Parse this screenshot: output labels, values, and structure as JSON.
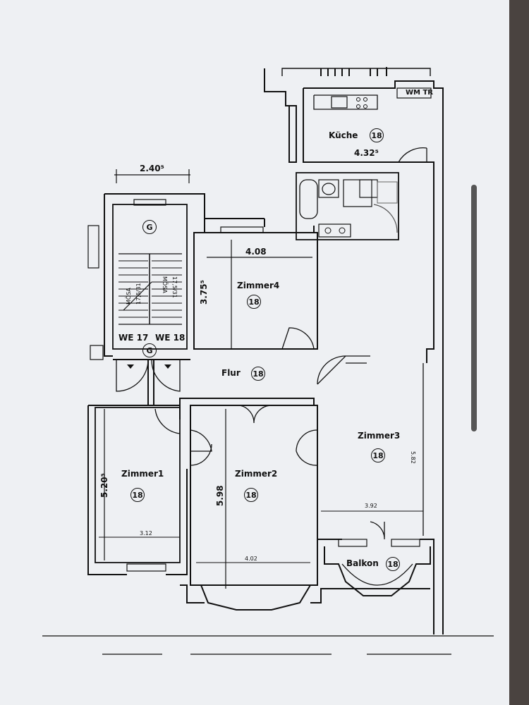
{
  "rooms": {
    "kueche": {
      "name": "Küche",
      "num": "18",
      "dim": "4.32⁵"
    },
    "zimmer4": {
      "name": "Zimmer4",
      "num": "18",
      "dim_w": "4.08",
      "dim_h": "3.75⁵"
    },
    "flur": {
      "name": "Flur",
      "num": "18"
    },
    "zimmer3": {
      "name": "Zimmer3",
      "num": "18",
      "dim_w": "3.92",
      "dim_h": "5.82"
    },
    "zimmer1": {
      "name": "Zimmer1",
      "num": "18",
      "dim_h": "5.20⁵",
      "dim_w": "3.12"
    },
    "zimmer2": {
      "name": "Zimmer2",
      "num": "18",
      "dim_h": "5.98",
      "dim_w": "4.02"
    },
    "balkon": {
      "name": "Balkon",
      "num": "18"
    }
  },
  "stair": {
    "width": "2.40⁵",
    "g_top": "G",
    "g_bottom": "G",
    "we17": "WE 17",
    "we18": "WE 18",
    "left_text_1": "MÖSA",
    "left_text_2": "17,5/31",
    "right_text_1": "MÖSA",
    "right_text_2": "17,5/31"
  },
  "kitchen_label": "WM TR",
  "colors": {
    "paper": "#eef0f3",
    "ink": "#111111",
    "edge": "#3b3b3b"
  }
}
